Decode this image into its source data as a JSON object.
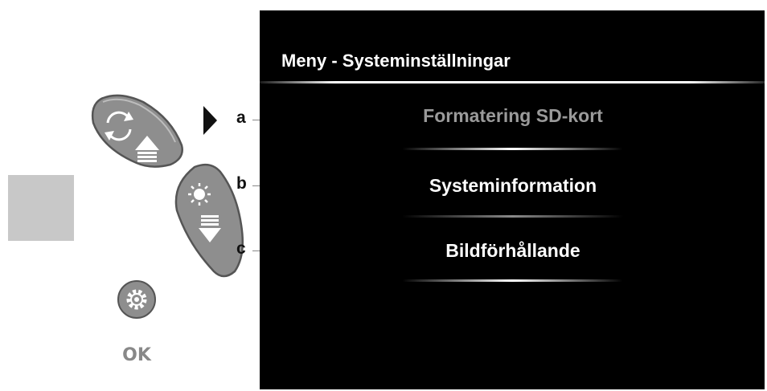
{
  "controls": {
    "ok_label": "OK",
    "icons": [
      "rotate-up-icon",
      "brightness-down-icon",
      "gear-icon"
    ]
  },
  "callouts": [
    "a",
    "b",
    "c"
  ],
  "screen": {
    "title": "Meny - Systeminställningar",
    "items": [
      {
        "label": "Formatering SD-kort",
        "selected": true
      },
      {
        "label": "Systeminformation",
        "selected": false
      },
      {
        "label": "Bildförhållande",
        "selected": false
      }
    ]
  },
  "colors": {
    "screen_bg": "#000000",
    "button_gray": "#8e8e8e",
    "selected_text": "#9a9a9a",
    "text": "#ffffff"
  }
}
